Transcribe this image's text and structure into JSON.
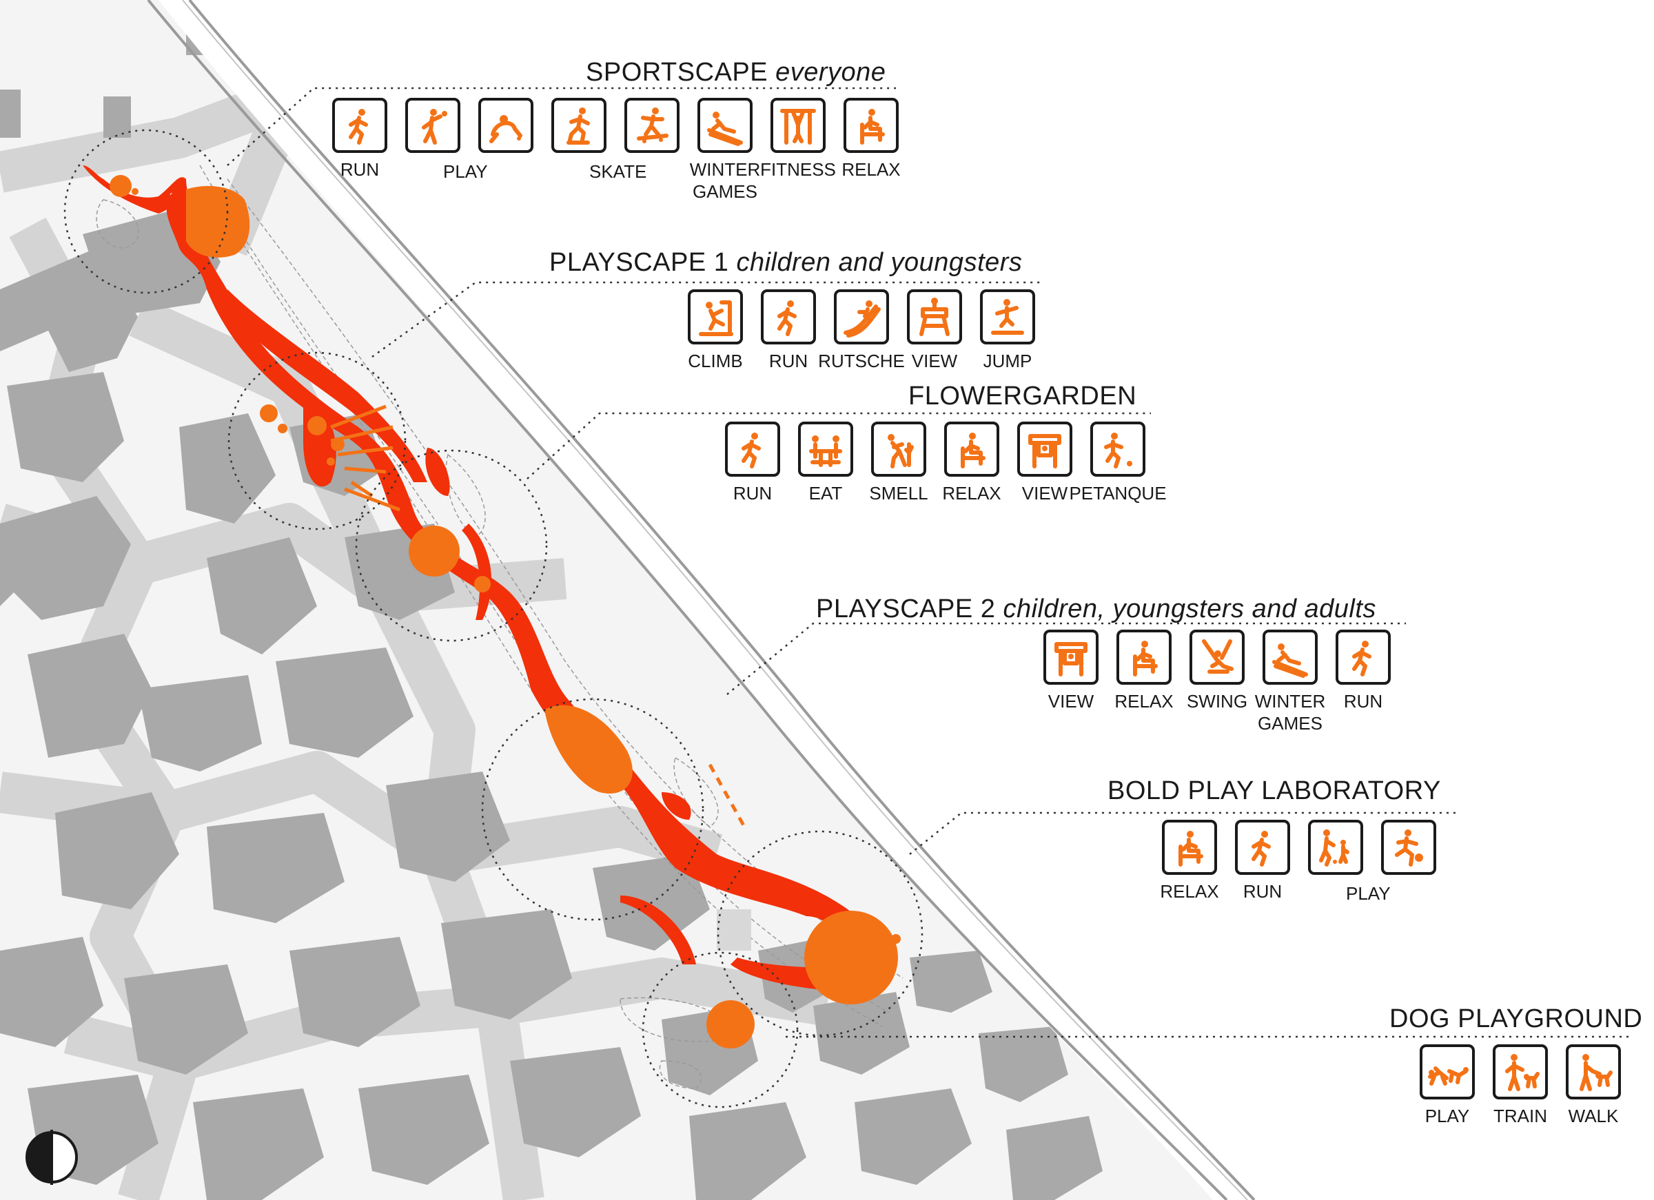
{
  "colors": {
    "accent": "#f47216",
    "path_red": "#f2300a",
    "building": "#a9a9a9",
    "street_light": "#d3d3d3",
    "text": "#1a1a1a"
  },
  "sections": [
    {
      "id": "sportscape",
      "title_main": "SPORTSCAPE",
      "title_italic": "everyone",
      "icons": [
        {
          "name": "run",
          "label": "RUN"
        },
        {
          "name": "play-ball",
          "label": ""
        },
        {
          "name": "play-roll",
          "label": ""
        },
        {
          "name": "inline-skate",
          "label": ""
        },
        {
          "name": "skateboard",
          "label": ""
        },
        {
          "name": "sledge",
          "label": "WINTER\nGAMES"
        },
        {
          "name": "pullup-bar",
          "label": "FITNESS"
        },
        {
          "name": "sit-chair",
          "label": "RELAX"
        }
      ],
      "merged_labels": [
        {
          "text": "PLAY",
          "cols": [
            1,
            2
          ]
        },
        {
          "text": "SKATE",
          "cols": [
            3,
            4
          ]
        }
      ]
    },
    {
      "id": "playscape1",
      "title_main": "PLAYSCAPE 1",
      "title_italic": "children and youngsters",
      "icons": [
        {
          "name": "climb",
          "label": "CLIMB"
        },
        {
          "name": "run",
          "label": "RUN"
        },
        {
          "name": "slide",
          "label": "RUTSCHE"
        },
        {
          "name": "watchtower",
          "label": "VIEW"
        },
        {
          "name": "jump",
          "label": "JUMP"
        }
      ],
      "merged_labels": []
    },
    {
      "id": "flowergarden",
      "title_main": "FLOWERGARDEN",
      "title_italic": "",
      "icons": [
        {
          "name": "run",
          "label": "RUN"
        },
        {
          "name": "eat-table",
          "label": "EAT"
        },
        {
          "name": "smell-flower",
          "label": "SMELL"
        },
        {
          "name": "sit-chair",
          "label": "RELAX"
        },
        {
          "name": "viewer",
          "label": "VIEW"
        },
        {
          "name": "petanque",
          "label": "PETANQUE"
        }
      ],
      "merged_labels": []
    },
    {
      "id": "playscape2",
      "title_main": "PLAYSCAPE 2",
      "title_italic": "children, youngsters and adults",
      "icons": [
        {
          "name": "viewer",
          "label": "VIEW"
        },
        {
          "name": "sit-chair",
          "label": "RELAX"
        },
        {
          "name": "swing",
          "label": "SWING"
        },
        {
          "name": "sledge",
          "label": "WINTER\nGAMES"
        },
        {
          "name": "run",
          "label": "RUN"
        }
      ],
      "merged_labels": []
    },
    {
      "id": "boldplay",
      "title_main": "BOLD PLAY LABORATORY",
      "title_italic": "",
      "icons": [
        {
          "name": "sit-chair",
          "label": "RELAX"
        },
        {
          "name": "run",
          "label": "RUN"
        },
        {
          "name": "parent-child-ball",
          "label": ""
        },
        {
          "name": "kick-ball",
          "label": ""
        }
      ],
      "merged_labels": [
        {
          "text": "PLAY",
          "cols": [
            2,
            3
          ]
        }
      ]
    },
    {
      "id": "dogplayground",
      "title_main": "DOG PLAYGROUND",
      "title_italic": "",
      "icons": [
        {
          "name": "dogs-play",
          "label": "PLAY"
        },
        {
          "name": "dog-train",
          "label": "TRAIN"
        },
        {
          "name": "dog-walk",
          "label": "WALK"
        }
      ],
      "merged_labels": []
    }
  ]
}
